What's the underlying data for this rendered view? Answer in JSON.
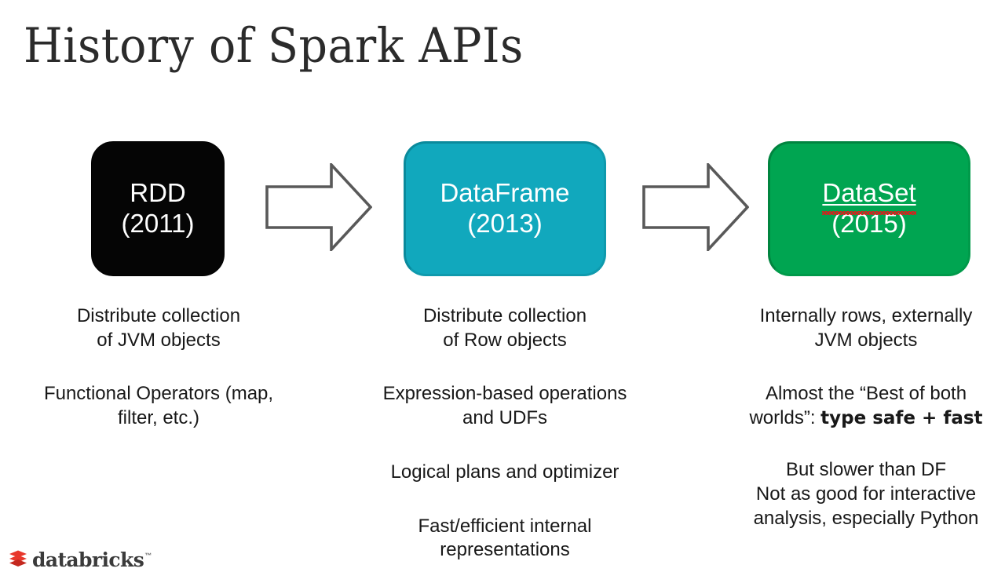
{
  "slide": {
    "title": "History of Spark APIs",
    "background_color": "#ffffff"
  },
  "boxes": [
    {
      "name": "RDD",
      "year": "(2011)",
      "color": "#050505",
      "text_color": "#ffffff",
      "misspelled": false
    },
    {
      "name": "DataFrame",
      "year": "(2013)",
      "color": "#11a8bd",
      "text_color": "#ffffff",
      "misspelled": false
    },
    {
      "name": "DataSet",
      "year": "(2015)",
      "color": "#00a551",
      "text_color": "#ffffff",
      "misspelled": true
    }
  ],
  "arrows": [
    {
      "icon": "right-arrow-icon",
      "stroke_color": "#595959"
    },
    {
      "icon": "right-arrow-icon",
      "stroke_color": "#595959"
    }
  ],
  "columns": [
    {
      "key": "rdd",
      "paragraphs": [
        {
          "lines": [
            "Distribute collection",
            "of JVM objects"
          ]
        },
        {
          "lines": [
            "Functional Operators (map,",
            "filter, etc.)"
          ]
        }
      ]
    },
    {
      "key": "dataframe",
      "paragraphs": [
        {
          "lines": [
            "Distribute collection",
            "of Row objects"
          ]
        },
        {
          "lines": [
            "Expression-based operations",
            "and UDFs"
          ]
        },
        {
          "lines": [
            "Logical plans and optimizer"
          ]
        },
        {
          "lines": [
            "Fast/efficient internal",
            "representations"
          ]
        }
      ]
    },
    {
      "key": "dataset",
      "paragraphs": [
        {
          "lines": [
            "Internally rows, externally",
            "JVM objects"
          ]
        },
        {
          "lines": [
            "Almost the “Best of both",
            "worlds”: "
          ],
          "emphasis": "type safe + fast"
        },
        {
          "lines": [
            "But slower than DF",
            "Not as good for interactive",
            "analysis, especially Python"
          ]
        }
      ]
    }
  ],
  "logo": {
    "brand": "databricks",
    "trademark": "™",
    "brick_color": "#e8372c",
    "brick_color_dark": "#c4281f",
    "wordmark_color": "#3b3b3b"
  }
}
